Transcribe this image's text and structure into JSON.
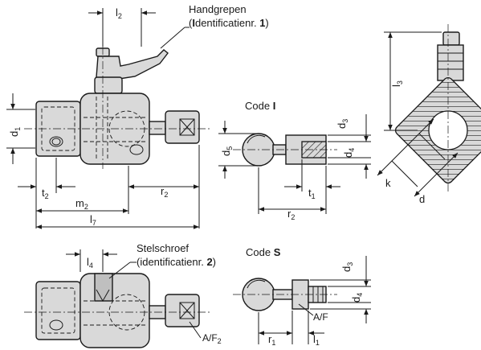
{
  "callouts": {
    "handle_title": "Handgrepen",
    "handle_sub_prefix": "(",
    "handle_sub_id_first": "I",
    "handle_sub_text": "dentificatienr. ",
    "handle_sub_num": "1",
    "handle_sub_suffix": ")",
    "screw_title": "Stelschroef",
    "screw_sub_text": "(identificatienr. ",
    "screw_sub_num": "2",
    "screw_sub_suffix": ")"
  },
  "codes": {
    "code_i_prefix": "Code ",
    "code_i_letter": "I",
    "code_s_prefix": "Code ",
    "code_s_letter": "S"
  },
  "dims": {
    "l2_main": "l",
    "l2_main_sub": "2",
    "d1": "d",
    "d1_sub": "1",
    "t2": "t",
    "t2_sub": "2",
    "m2": "m",
    "m2_sub": "2",
    "l7": "l",
    "l7_sub": "7",
    "r2_main": "r",
    "r2_main_sub": "2",
    "d5": "d",
    "d5_sub": "5",
    "d3_i": "d",
    "d3_i_sub": "3",
    "d4_i": "d",
    "d4_i_sub": "4",
    "t1": "t",
    "t1_sub": "1",
    "r2_i": "r",
    "r2_i_sub": "2",
    "l3": "l",
    "l3_sub": "3",
    "k": "k",
    "d_label": "d",
    "l4": "l",
    "l4_sub": "4",
    "af2": "A/F",
    "af2_sub": "2",
    "d3_s": "d",
    "d3_s_sub": "3",
    "d4_s": "d",
    "d4_s_sub": "4",
    "af_s": "A/F",
    "r1": "r",
    "r1_sub": "1",
    "l1": "l",
    "l1_sub": "1"
  }
}
